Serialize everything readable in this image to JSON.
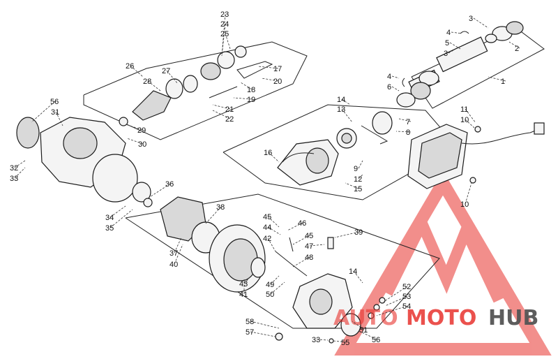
{
  "callouts": [
    {
      "id": "c1",
      "text": "1"
    },
    {
      "id": "c2",
      "text": "2"
    },
    {
      "id": "c3a",
      "text": "3"
    },
    {
      "id": "c3b",
      "text": "3"
    },
    {
      "id": "c4a",
      "text": "4"
    },
    {
      "id": "c4b",
      "text": "4"
    },
    {
      "id": "c5",
      "text": "5"
    },
    {
      "id": "c6",
      "text": "6"
    },
    {
      "id": "c7",
      "text": "7"
    },
    {
      "id": "c8",
      "text": "8"
    },
    {
      "id": "c9",
      "text": "9"
    },
    {
      "id": "c10a",
      "text": "10"
    },
    {
      "id": "c10b",
      "text": "10"
    },
    {
      "id": "c11",
      "text": "11"
    },
    {
      "id": "c12",
      "text": "12"
    },
    {
      "id": "c13",
      "text": "13"
    },
    {
      "id": "c14a",
      "text": "14"
    },
    {
      "id": "c14b",
      "text": "14"
    },
    {
      "id": "c15",
      "text": "15"
    },
    {
      "id": "c16",
      "text": "16"
    },
    {
      "id": "c17",
      "text": "17"
    },
    {
      "id": "c18",
      "text": "18"
    },
    {
      "id": "c19",
      "text": "19"
    },
    {
      "id": "c20",
      "text": "20"
    },
    {
      "id": "c21",
      "text": "21"
    },
    {
      "id": "c22",
      "text": "22"
    },
    {
      "id": "c23",
      "text": "23"
    },
    {
      "id": "c24",
      "text": "24"
    },
    {
      "id": "c25",
      "text": "25"
    },
    {
      "id": "c26",
      "text": "26"
    },
    {
      "id": "c27",
      "text": "27"
    },
    {
      "id": "c28",
      "text": "28"
    },
    {
      "id": "c29",
      "text": "29"
    },
    {
      "id": "c30",
      "text": "30"
    },
    {
      "id": "c31",
      "text": "31"
    },
    {
      "id": "c32",
      "text": "32"
    },
    {
      "id": "c33a",
      "text": "33"
    },
    {
      "id": "c33b",
      "text": "33"
    },
    {
      "id": "c34",
      "text": "34"
    },
    {
      "id": "c35",
      "text": "35"
    },
    {
      "id": "c36",
      "text": "36"
    },
    {
      "id": "c37",
      "text": "37"
    },
    {
      "id": "c38",
      "text": "38"
    },
    {
      "id": "c39",
      "text": "39"
    },
    {
      "id": "c40",
      "text": "40"
    },
    {
      "id": "c41",
      "text": "41"
    },
    {
      "id": "c42",
      "text": "42"
    },
    {
      "id": "c43",
      "text": "43"
    },
    {
      "id": "c44",
      "text": "44"
    },
    {
      "id": "c45a",
      "text": "45"
    },
    {
      "id": "c45b",
      "text": "45"
    },
    {
      "id": "c46",
      "text": "46"
    },
    {
      "id": "c47",
      "text": "47"
    },
    {
      "id": "c48",
      "text": "48"
    },
    {
      "id": "c49",
      "text": "49"
    },
    {
      "id": "c50",
      "text": "50"
    },
    {
      "id": "c51",
      "text": "51"
    },
    {
      "id": "c52",
      "text": "52"
    },
    {
      "id": "c53",
      "text": "53"
    },
    {
      "id": "c54",
      "text": "54"
    },
    {
      "id": "c55",
      "text": "55"
    },
    {
      "id": "c56a",
      "text": "56"
    },
    {
      "id": "c56b",
      "text": "56"
    },
    {
      "id": "c57",
      "text": "57"
    },
    {
      "id": "c58",
      "text": "58"
    }
  ],
  "watermark": {
    "part1": "AUTO",
    "part2": "MOTO",
    "part3": "HUB",
    "color_red": "#e8332e",
    "color_gray": "#555555"
  }
}
